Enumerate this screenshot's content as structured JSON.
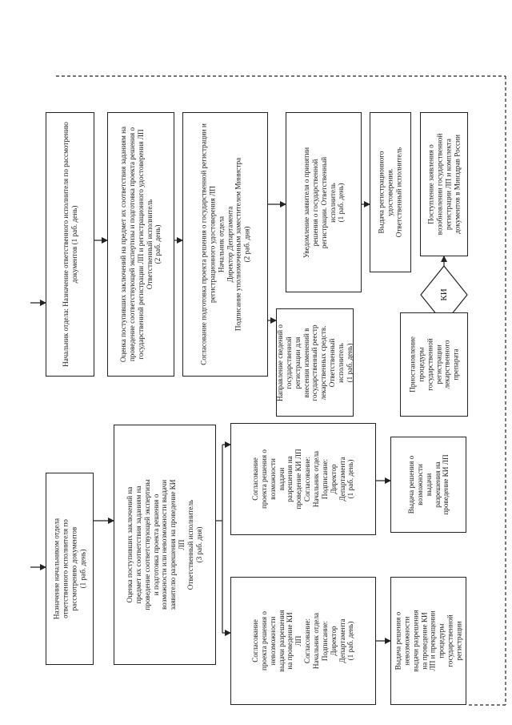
{
  "boxes": {
    "b1": "Назначение  начальником отдела\nответственного исполнителя по\nрассмотрению  документов\n(1 раб. день)",
    "b2": "Оценка поступивших заключений на\nпредмет  их соответствия заданиям на\nпроведение соответствующей экспертизы\nи подготовка проекта решения о\nвозможности или невозможности выдачи\nзаявителю разрешения на проведение КИ\nЛП\nОтветственный исполнитель\n(3 раб. дня)",
    "b3": "Согласование\nпроекта решения о\nневозможности\nвыдачи разрешения\nна проведение КИ\nЛП\nСогласование:\nНачальник отдела\nПодписание:\nДиректор\nДепартамента\n(1 раб. день)",
    "b4": "Согласование\nпроекта решения о\nвозможности\nвыдачи\nразрешения на\nпроведение КИ ЛП\nСогласование:\nНачальник отдела\nПодписание:\nДиректор\nДепартамента\n(1 раб. день)",
    "b5": "Выдача решения о\nневозможности\nвыдачи разрешения\nна проведение КИ\nЛП и прекращении\nпроцедуры\nгосударственной\nрегистрации",
    "b6": "Выдача решения о\nвозможности\nвыдачи\nразрешения на\nпроведение КИ ЛП",
    "b7": "Начальник отдела: Назначение ответственного исполнителя по рассмотрению\nдокументов  (1 раб. день)",
    "b8": "Оценка поступивших заключений на предмет  их соответствия заданиям на\nпроведение соответствующей экспертизы и подготовка проекта решения о\nгосударственной регистрации ЛП и регистрационного удостоверения ЛП\nОтветственный исполнитель\n(2 раб. день)",
    "b9": "Согласование подготовка проекта решения о государственной регистрации и\nрегистрационного удостоверения ЛП\nНачальник отдела\nДиректор Департамента\nПодписание уполномоченным заместителем Министра\n(2 раб. дня)",
    "b10": "Направление сведений о\nгосударственной\nрегистрации для\nвнесения изменений в\nгосударственный реестр\nлекарственных средств.\nОтветственный\nисполнитель\n(1 раб. день)",
    "b11": "Уведомление заявителя о принятии\nрешения о государственной\nрегистрации. Ответственный\nисполнитель\n(1 раб. день)",
    "b12": "Выдача регистрационного\nудостоверения.\nОтветственный исполнитель",
    "b13": "Приостановление\nпроцедуры\nгосударственной\nрегистрации\nлекарственного\nпрепарата",
    "b14": "Поступление заявления о\nвозобновлении государственной\nрегистрации ЛП и комплекта\nдокументов в Минздрав России"
  },
  "decision": {
    "label": "КИ"
  }
}
